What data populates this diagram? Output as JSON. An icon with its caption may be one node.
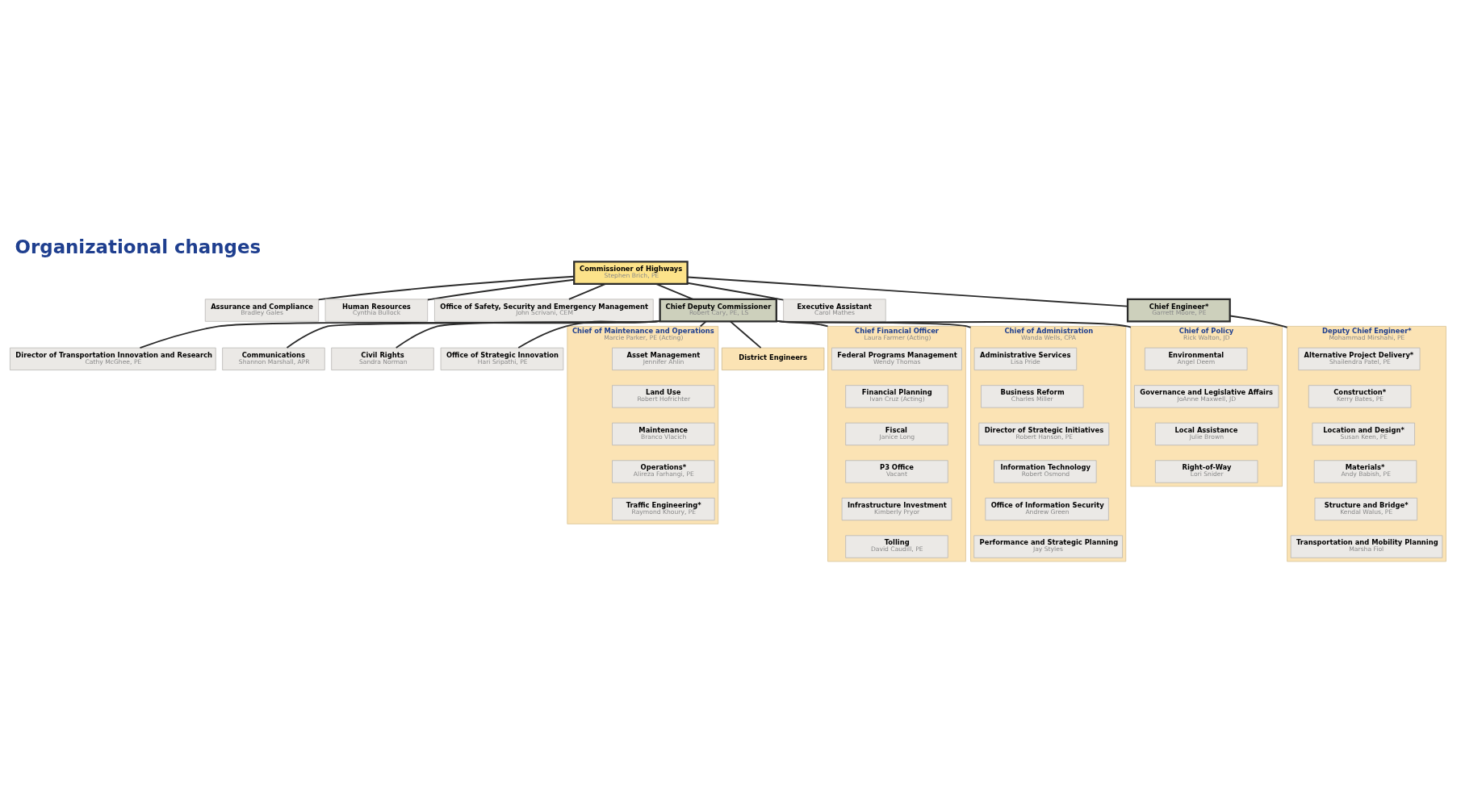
{
  "diagram": {
    "title": "Organizational changes",
    "nodes": [
      {
        "text": [
          "Commissioner of Highways",
          "Stephen Brich, PE"
        ]
      },
      {
        "text": [
          "Deputy Chief Engineer*",
          "Mohammad Mirshahi, PE"
        ]
      },
      {
        "text": [
          "Alternative Project Delivery*",
          "Shailendra Patel, PE"
        ],
        "in": 1
      },
      {
        "text": [
          "Construction*",
          "Kerry Bates, PE"
        ],
        "in": 1
      },
      {
        "text": [
          "Location and Design*",
          "Susan Keen, PE"
        ],
        "in": 1
      },
      {
        "text": [
          "Materials*",
          "Andy Babish, PE"
        ],
        "in": 1
      },
      {
        "text": [
          "Structure and Bridge*",
          "Kendal Walus, PE"
        ],
        "in": 1
      },
      {
        "text": [
          "Transportation and Mobility Planning",
          "Marsha Fiol"
        ],
        "in": 1
      },
      {
        "text": [
          "Assurance and Compliance",
          "Bradley Gales"
        ]
      },
      {
        "text": [
          "Human Resources",
          "Cynthia Bullock"
        ]
      },
      {
        "text": [
          "Office of Safety, Security and Emergency Management",
          "John Scrivani, CEM"
        ]
      },
      {
        "text": [
          "Chief Deputy Commissioner",
          "Robert Cary, PE, LS"
        ]
      },
      {
        "text": [
          "Executive Assistant",
          "Carol Mathes"
        ]
      },
      {
        "text": [
          "Chief Engineer*",
          "Garrett Moore, PE"
        ]
      },
      {
        "text": [
          "Director of Transportation Innovation and Research",
          "Cathy McGhee, PE"
        ]
      },
      {
        "text": [
          "Communications",
          "Shannon Marshall, APR"
        ]
      },
      {
        "text": [
          "Civil Rights",
          "Sandra Norman"
        ]
      },
      {
        "text": [
          "Office of Strategic Innovation",
          "Hari Sripathi, PE"
        ]
      },
      {
        "text": [
          "Chief of Maintenance and Operations",
          "Marcie Parker, PE (Acting)"
        ]
      },
      {
        "text": [
          "Asset Management",
          "Jennifer Ahlin"
        ],
        "in": 18
      },
      {
        "text": [
          "Land Use",
          "Robert Hofrichter"
        ],
        "in": 18
      },
      {
        "text": [
          "Maintenance",
          "Branco Vlacich"
        ],
        "in": 18
      },
      {
        "text": [
          "Operations*",
          "Alireza Farhangi, PE"
        ],
        "in": 18
      },
      {
        "text": [
          "Traffic Engineering*",
          "Raymond Khoury, PE"
        ],
        "in": 18
      },
      {
        "text": [
          "District Engineers"
        ]
      },
      {
        "text": [
          "Chief Financial Officer",
          "Laura Farmer (Acting)"
        ]
      },
      {
        "text": [
          "Federal Programs Management",
          "Wendy Thomas"
        ],
        "in": 25
      },
      {
        "text": [
          "Financial Planning",
          "Ivan Cruz (Acting)"
        ],
        "in": 25
      },
      {
        "text": [
          "Fiscal",
          "Janice Long"
        ],
        "in": 25
      },
      {
        "text": [
          "P3 Office",
          "Vacant"
        ],
        "in": 25
      },
      {
        "text": [
          "Infrastructure Investment",
          "Kimberly Pryor"
        ],
        "in": 25
      },
      {
        "text": [
          "Tolling",
          "David Caudill, PE"
        ],
        "in": 25
      },
      {
        "text": [
          "Chief of Administration",
          "Wanda Wells, CPA"
        ]
      },
      {
        "text": [
          "Administrative Services",
          "Lisa Pride"
        ],
        "in": 32
      },
      {
        "text": [
          "Business Reform",
          "Charles Miller"
        ],
        "in": 32
      },
      {
        "text": [
          "Director of Strategic Initiatives",
          "Robert Hanson, PE"
        ],
        "in": 32
      },
      {
        "text": [
          "Information Technology",
          "Robert Osmond"
        ],
        "in": 32
      },
      {
        "text": [
          "Office of Information Security",
          "Andrew Green"
        ],
        "in": 32
      },
      {
        "text": [
          "Performance and Strategic Planning",
          "Jay Styles"
        ],
        "in": 32
      },
      {
        "text": [
          "Chief of Policy",
          "Rick Walton, JD"
        ]
      },
      {
        "text": [
          "Environmental",
          "Angel Deem"
        ],
        "in": 39
      },
      {
        "text": [
          "Governance and Legislative Affairs",
          "JoAnne Maxwell, JD"
        ],
        "in": 39
      },
      {
        "text": [
          "Local Assistance",
          "Julie Brown"
        ],
        "in": 39
      },
      {
        "text": [
          "Right-of-Way",
          "Lori Snider"
        ],
        "in": 39
      }
    ],
    "edges": [
      {
        "from": 0,
        "to": 8,
        "arrow": "none"
      },
      {
        "from": 0,
        "to": 9,
        "arrow": "none"
      },
      {
        "from": 0,
        "to": 10,
        "arrow": "none"
      },
      {
        "from": 0,
        "to": 11,
        "arrow": "none"
      },
      {
        "from": 0,
        "to": 12,
        "arrow": "none"
      },
      {
        "from": 0,
        "to": 13,
        "arrow": "none"
      },
      {
        "from": 13,
        "to": 1,
        "arrow": "none"
      },
      {
        "from": 11,
        "to": 14,
        "arrow": "none"
      },
      {
        "from": 11,
        "to": 15,
        "arrow": "none"
      },
      {
        "from": 11,
        "to": 16,
        "arrow": "none"
      },
      {
        "from": 11,
        "to": 17,
        "arrow": "none"
      },
      {
        "from": 11,
        "to": 18,
        "arrow": "none"
      },
      {
        "from": 11,
        "to": 24,
        "arrow": "none"
      },
      {
        "from": 11,
        "to": 25,
        "arrow": "none"
      },
      {
        "from": 11,
        "to": 32,
        "arrow": "none"
      },
      {
        "from": 11,
        "to": 39,
        "arrow": "none"
      }
    ]
  }
}
